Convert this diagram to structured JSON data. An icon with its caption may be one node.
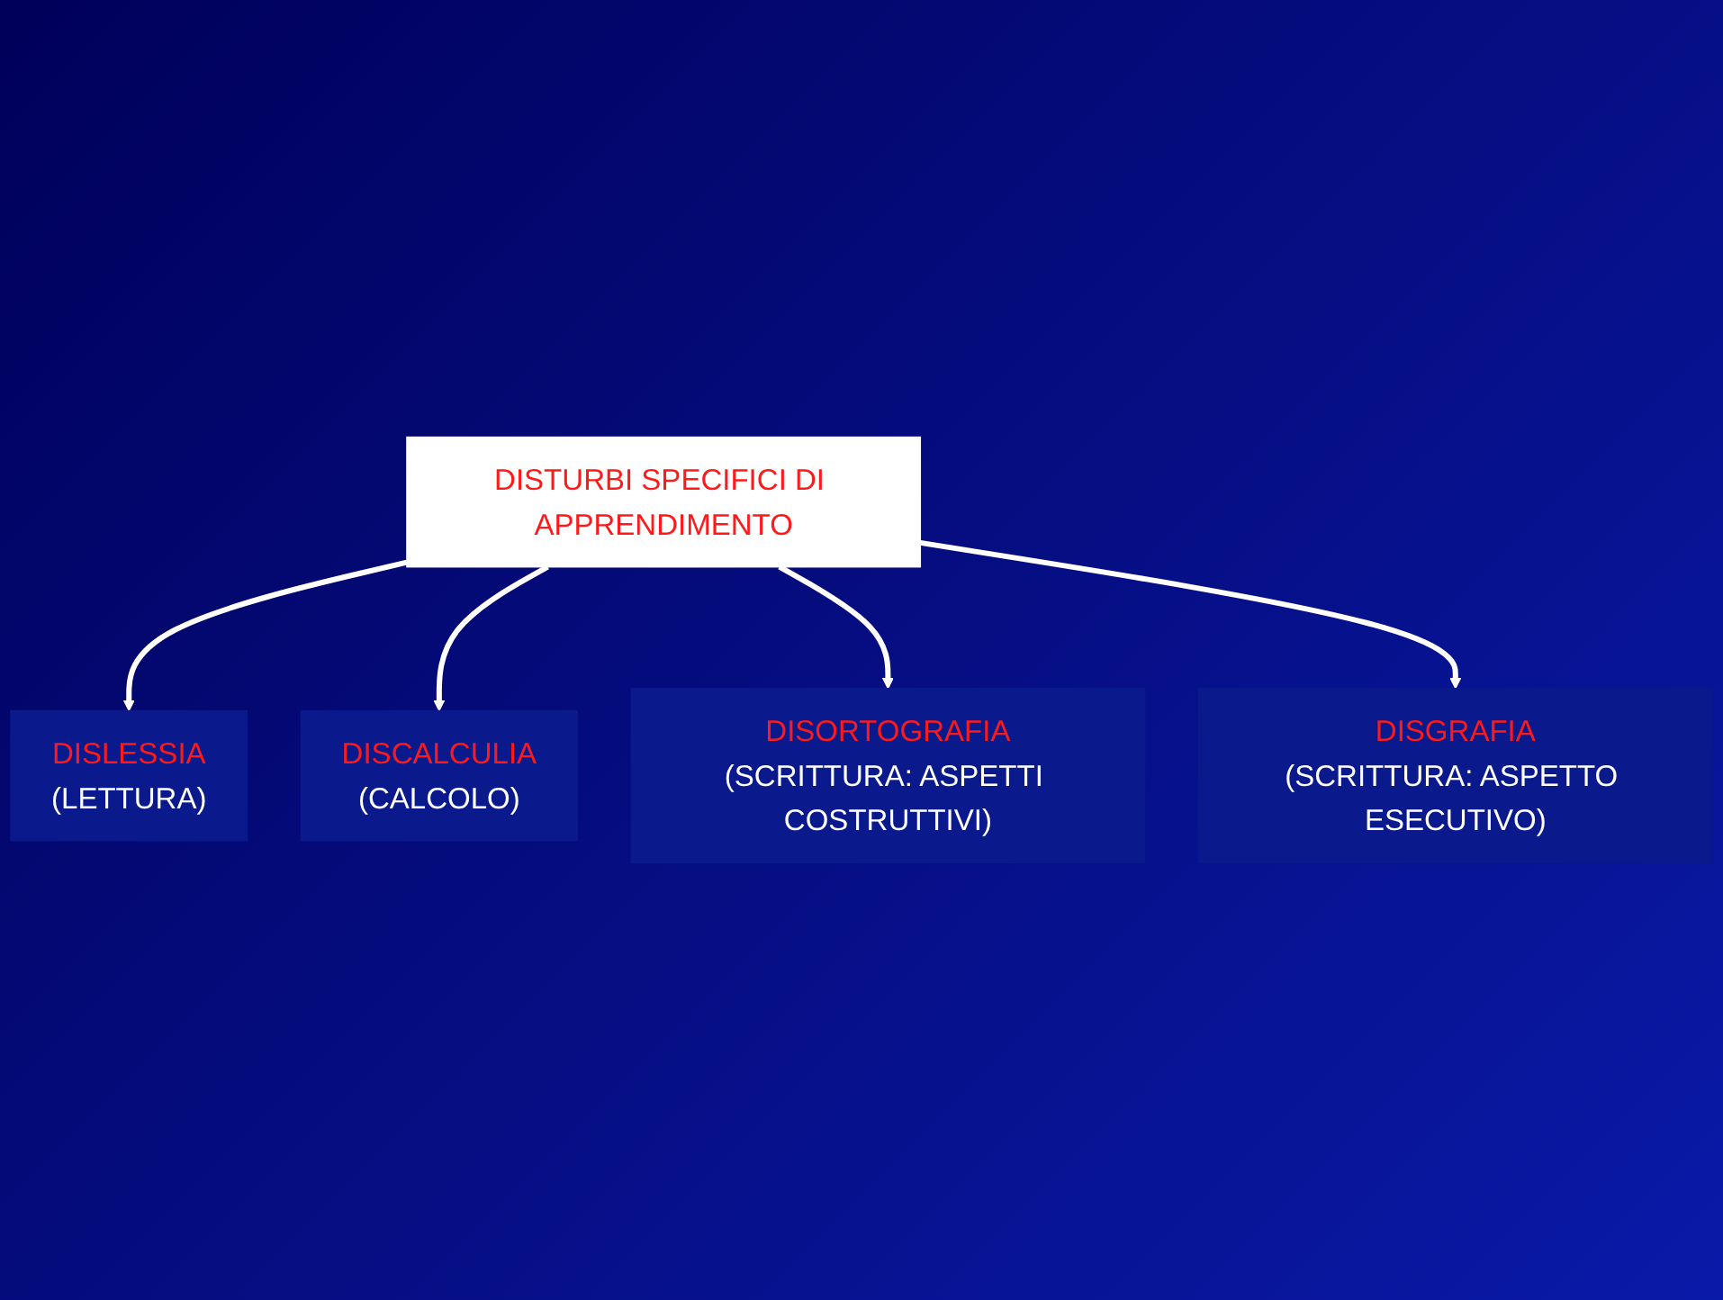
{
  "diagram": {
    "nodes": [
      {
        "text": [
          "DISLESSIA",
          "(LETTURA)"
        ]
      },
      {
        "text": [
          "DISCALCULIA",
          "(CALCOLO)"
        ]
      },
      {
        "text": [
          "DISTURBI SPECIFICI DI APPRENDIMENTO"
        ]
      },
      {
        "text": [
          "DISORTOGRAFIA",
          "(SCRITTURA: ASPETTI COSTRUTTIVI)"
        ]
      },
      {
        "text": [
          "DISGRAFIA",
          "(SCRITTURA: ASPETTO ESECUTIVO)"
        ]
      }
    ],
    "edges": [
      {
        "from": 2,
        "to": 0,
        "arrow": "to",
        "color": "#ffffff"
      },
      {
        "from": 2,
        "to": 1,
        "arrow": "to",
        "color": "#ffffff"
      },
      {
        "from": 2,
        "to": 3,
        "arrow": "to",
        "color": "#ffffff"
      },
      {
        "from": 2,
        "to": 4,
        "arrow": "to",
        "color": "#ffffff"
      }
    ]
  }
}
